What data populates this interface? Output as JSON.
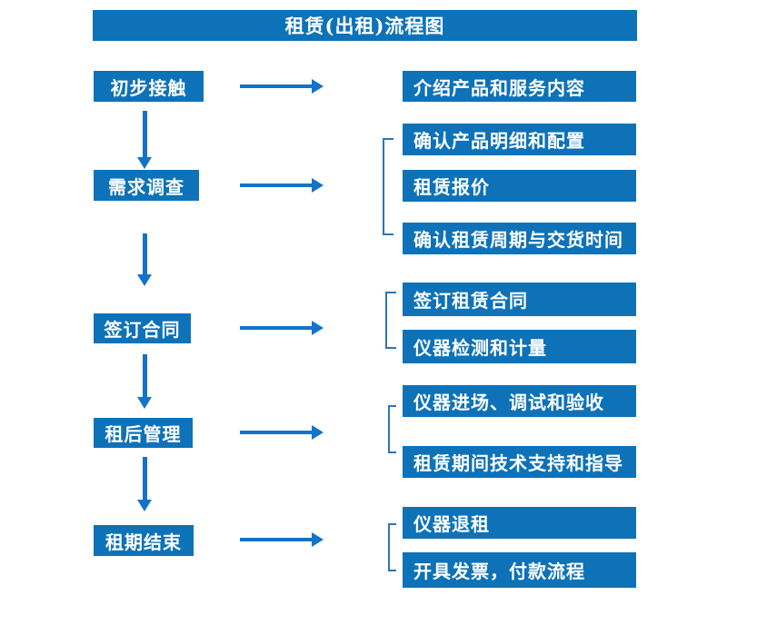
{
  "title": "租赁(出租)流程图",
  "colors": {
    "box_blue": "#0E72B8",
    "arrow_blue": "#1473C9",
    "bracket_blue": "#2E74B5",
    "text_white": "#FFFFFF",
    "background": "#FFFFFF"
  },
  "steps": [
    {
      "label": "初步接触",
      "outputs": [
        "介绍产品和服务内容"
      ]
    },
    {
      "label": "需求调查",
      "outputs": [
        "确认产品明细和配置",
        "租赁报价",
        "确认租赁周期与交货时间"
      ]
    },
    {
      "label": "签订合同",
      "outputs": [
        "签订租赁合同",
        "仪器检测和计量"
      ]
    },
    {
      "label": "租后管理",
      "outputs": [
        "仪器进场、调试和验收",
        "租赁期间技术支持和指导"
      ]
    },
    {
      "label": "租期结束",
      "outputs": [
        "仪器退租",
        "开具发票，付款流程"
      ]
    }
  ]
}
